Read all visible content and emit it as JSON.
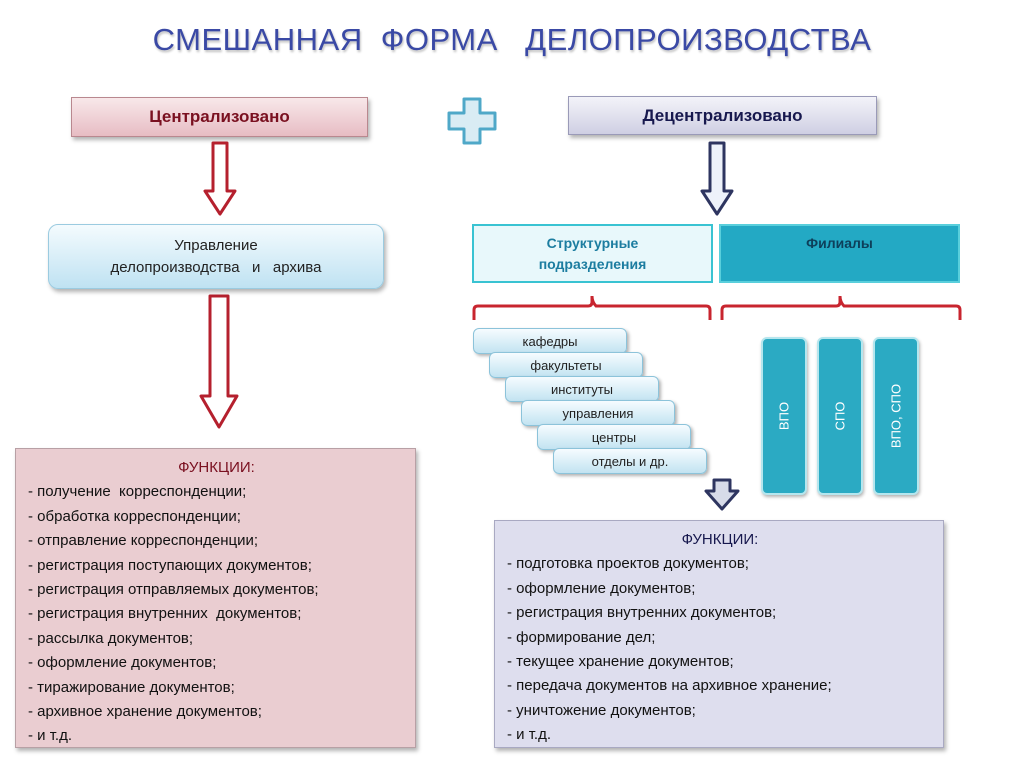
{
  "title": "СМЕШАННАЯ  ФОРМА   ДЕЛОПРОИЗВОДСТВА",
  "centralized": "Централизовано",
  "decentralized": "Децентрализовано",
  "management": [
    "Управление",
    "делопроизводства   и   архива"
  ],
  "structural_units": [
    "Структурные",
    "подразделения"
  ],
  "branches": "Филиалы",
  "structural_items": [
    "кафедры",
    "факультеты",
    "институты",
    "управления",
    "центры",
    "отделы и др."
  ],
  "branch_columns": [
    "ВПО",
    "СПО",
    "ВПО, СПО"
  ],
  "functions_central": {
    "title": "ФУНКЦИИ:",
    "items": [
      "- получение  корреспонденции;",
      "- обработка корреспонденции;",
      "- отправление корреспонденции;",
      "- регистрация поступающих документов;",
      "- регистрация отправляемых документов;",
      "- регистрация внутренних  документов;",
      "- рассылка документов;",
      "- оформление документов;",
      "- тиражирование документов;",
      "- архивное хранение документов;",
      "- и т.д."
    ]
  },
  "functions_decentral": {
    "title": "ФУНКЦИИ:",
    "items": [
      "- подготовка проектов документов;",
      "- оформление документов;",
      "- регистрация внутренних документов;",
      "- формирование дел;",
      "- текущее хранение документов;",
      "- передача документов на архивное хранение;",
      "- уничтожение документов;",
      "- и т.д."
    ]
  },
  "colors": {
    "title": "#3a49a5",
    "central_arrow": "#b5202e",
    "decentral_arrow": "#2e3560",
    "bracket": "#c8252f",
    "plus_fill": "#d9ecf4",
    "plus_stroke": "#4fa8c8",
    "branch_fill": "#2baac3"
  },
  "icons": [
    "plus-icon",
    "arrow-down-icon",
    "bracket-icon"
  ]
}
